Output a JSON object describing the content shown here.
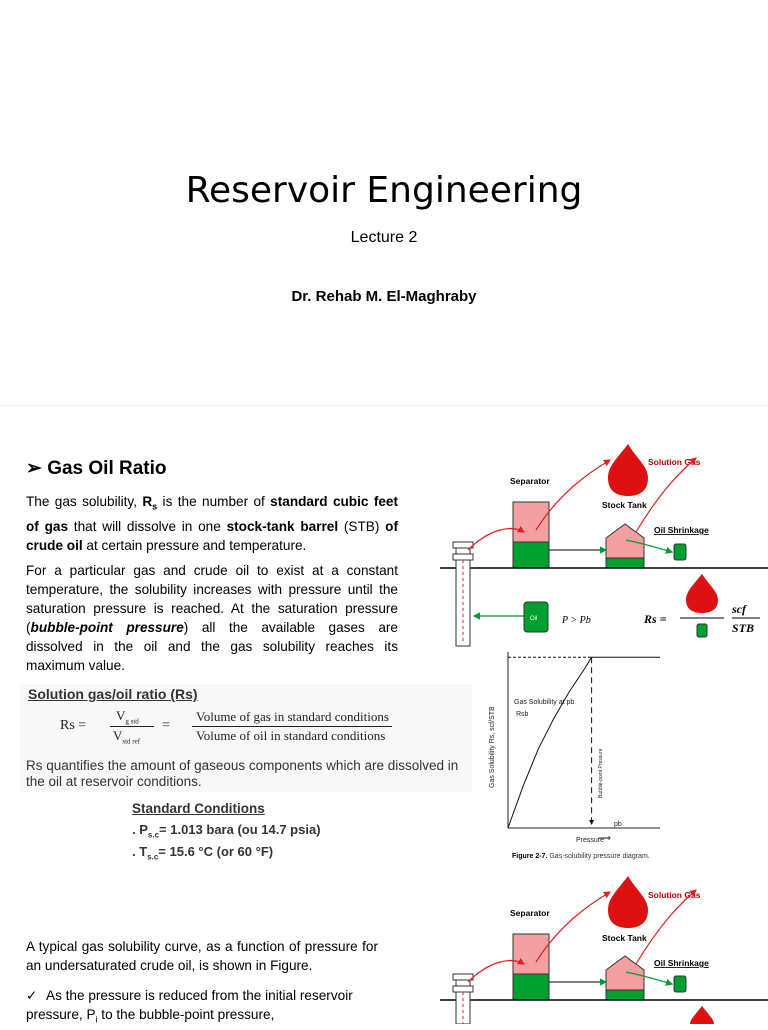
{
  "cover": {
    "title": "Reservoir Engineering",
    "lecture": "Lecture 2",
    "author": "Dr. Rehab M. El-Maghraby"
  },
  "slide": {
    "heading_bullet": "➢",
    "heading": "Gas Oil Ratio",
    "p1": {
      "a": "The gas solubility, ",
      "sym": "R",
      "sub": "s",
      "b": " is the number of ",
      "c": "standard cubic feet of gas",
      "d": " that will dissolve in one ",
      "e": "stock-tank barrel",
      "f": " (STB) ",
      "g": "of crude oil",
      "h": " at certain pressure and temperature."
    },
    "p2": {
      "a": "For a particular gas and crude oil to exist at a constant temperature, the solubility increases with pressure until the saturation pressure is reached. At the saturation pressure (",
      "b": "bubble-point pressure",
      "c": ") all the available gases are dissolved in the oil and the gas solubility reaches its maximum value."
    },
    "rs_box": {
      "heading": "Solution gas/oil ratio (Rs)",
      "lhs": "Rs =",
      "num1": "Vg std",
      "den1": "Vstd ref",
      "eq2": "=",
      "num2": "Volume of gas in standard conditions",
      "den2": "Volume of oil in standard conditions",
      "desc": "Rs quantifies the amount of gaseous components which are dissolved in the oil at reservoir conditions."
    },
    "standard_conditions": {
      "heading": "Standard Conditions",
      "p": ". Ps.c= 1.013 bara (ou 14.7 psia)",
      "t": ". Ts.c= 15.6 °C (or 60 °F)"
    },
    "p3": "A typical gas solubility curve, as a function of pressure for an undersaturated crude oil, is shown in Figure.",
    "bullet1": {
      "check": "✓",
      "text": "As the pressure is reduced from the initial reservoir pressure, P",
      "sub": "i",
      "text2": " to the bubble-point pressure,"
    }
  },
  "diagram": {
    "solution_gas": "Solution Gas",
    "separator": "Separator",
    "stock_tank": "Stock Tank",
    "oil_shrinkage": "Oil Shrinkage",
    "oil": "Oil",
    "p_condition": "P > Pb",
    "rs_lhs": "Rs =",
    "scf": "scf",
    "stb": "STB"
  },
  "chart_data": {
    "type": "line",
    "title": "",
    "caption_bold": "Figure 2-7.",
    "caption_text": " Gas-solubility pressure diagram.",
    "xlabel": "Pressure",
    "ylabel": "Gas Solubility Rs, scf/STB",
    "annotation": "Gas Solubility at pb",
    "rsb_label": "Rsb",
    "pb_label": "pb",
    "vertical_label": "Bubble-point Pressure",
    "series": [
      {
        "values_x": [
          0,
          0.1,
          0.2,
          0.3,
          0.4,
          0.5,
          0.55,
          0.8,
          1.0
        ],
        "values_y": [
          0,
          0.24,
          0.45,
          0.62,
          0.77,
          0.9,
          0.97,
          0.97,
          0.97
        ]
      }
    ]
  },
  "colors": {
    "flame": "#dd1111",
    "oil_green": "#00a030",
    "gas_pink": "#f4a0a0",
    "arrow_red": "#e02020"
  }
}
